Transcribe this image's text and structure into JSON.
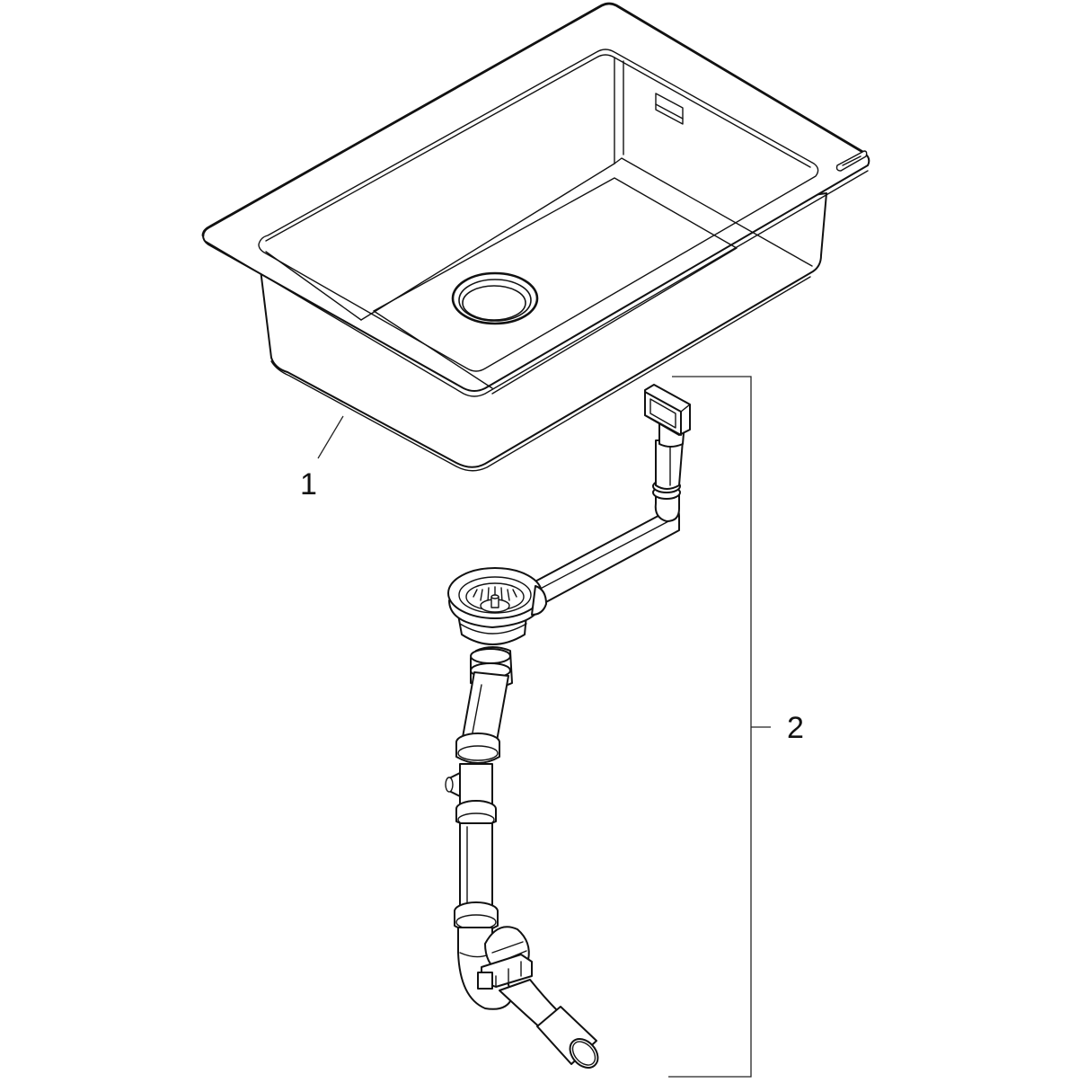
{
  "diagram": {
    "type": "exploded-view parts drawing",
    "subject": "Kitchen sink with waste / drain set",
    "background": "#ffffff",
    "line_color": "#111111"
  },
  "parts": [
    {
      "position_number": "1",
      "name": "Sink basin",
      "features": [
        "Rectangular single bowl",
        "Flat rim / top-mount frame",
        "Overflow slot on back wall",
        "Circular drain opening",
        "Brand badge on rim corner"
      ]
    },
    {
      "position_number": "2",
      "name": "Waste and overflow set",
      "features": [
        "Overflow rectangular cover",
        "Overflow hose",
        "Strainer basket drain fitting",
        "Vertical tail pipe with union nuts",
        "Side connection nipple",
        "P-trap / siphon",
        "Outlet pipe"
      ]
    }
  ],
  "labels": {
    "part_1": "1",
    "part_2": "2"
  },
  "callouts": {
    "part_1_leader": "diagonal leader line from label 1 to sink base",
    "part_2_bracket": "vertical bracket grouping the drain assembly components"
  }
}
